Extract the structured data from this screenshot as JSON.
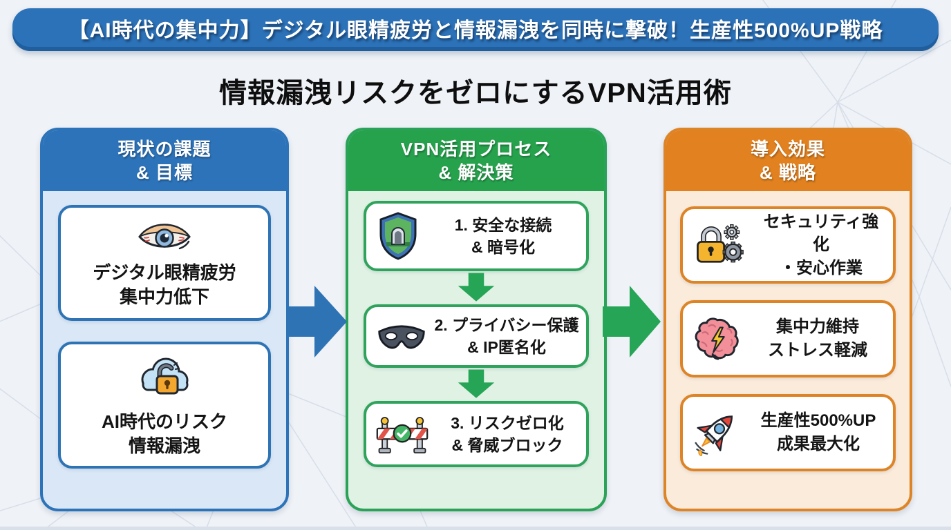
{
  "banner": {
    "text": "【AI時代の集中力】デジタル眼精疲労と情報漏洩を同時に撃破！生産性500%UP戦略"
  },
  "title": "情報漏洩リスクをゼロにするVPN活用術",
  "colors": {
    "blue_accent": "#2D73B9",
    "green_accent": "#26A24D",
    "orange_accent": "#E1811F",
    "background": "#EFF2F7"
  },
  "columns": {
    "current": {
      "header_line1": "現状の課題",
      "header_line2": "& 目標",
      "cards": [
        {
          "icon": "tired-eye-icon",
          "line1": "デジタル眼精疲労",
          "line2": "集中力低下"
        },
        {
          "icon": "cloud-lock-icon",
          "line1": "AI時代のリスク",
          "line2": "情報漏洩"
        }
      ]
    },
    "process": {
      "header_line1": "VPN活用プロセス",
      "header_line2": "& 解決策",
      "cards": [
        {
          "icon": "vpn-shield-icon",
          "line1": "1. 安全な接続",
          "line2": "& 暗号化"
        },
        {
          "icon": "privacy-mask-icon",
          "line1": "2. プライバシー保護",
          "line2": "& IP匿名化"
        },
        {
          "icon": "risk-barrier-icon",
          "line1": "3. リスクゼロ化",
          "line2": "& 脅威ブロック"
        }
      ]
    },
    "effects": {
      "header_line1": "導入効果",
      "header_line2": "& 戦略",
      "cards": [
        {
          "icon": "security-lock-gears-icon",
          "line1": "セキュリティ強化",
          "line2": "・安心作業"
        },
        {
          "icon": "focus-brain-icon",
          "line1": "集中力維持",
          "line2": "ストレス軽減"
        },
        {
          "icon": "productivity-rocket-icon",
          "line1": "生産性500%UP",
          "line2": "成果最大化"
        }
      ]
    }
  }
}
